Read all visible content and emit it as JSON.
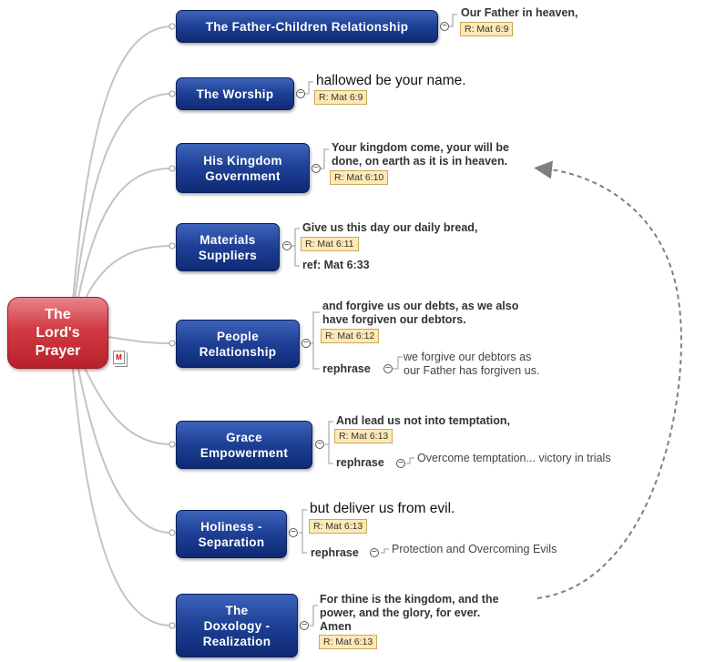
{
  "root": {
    "label": "The\nLord's\nPrayer"
  },
  "topics": [
    {
      "label": "The Father-Children Relationship",
      "text": "Our Father in heaven,",
      "ref": "R: Mat 6:9"
    },
    {
      "label": "The Worship",
      "text": "hallowed be your name.",
      "ref": "R: Mat 6:9"
    },
    {
      "label": "His Kingdom\nGovernment",
      "text": "Your kingdom come, your will be\ndone, on earth as it is in heaven.",
      "ref": "R: Mat 6:10"
    },
    {
      "label": "Materials\nSuppliers",
      "text": "Give us this day our daily bread,",
      "ref": "R: Mat 6:11",
      "extra": "ref: Mat 6:33"
    },
    {
      "label": "People\nRelationship",
      "text": "and forgive us our debts, as we also\nhave forgiven our debtors.",
      "ref": "R: Mat 6:12",
      "rephrase_label": "rephrase",
      "rephrase_text": "we forgive our debtors as\nour Father has forgiven us."
    },
    {
      "label": "Grace\nEmpowerment",
      "text": "And lead us not into temptation,",
      "ref": "R: Mat 6:13",
      "rephrase_label": "rephrase",
      "rephrase_text": "Overcome temptation... victory in trials"
    },
    {
      "label": "Holiness -\nSeparation",
      "text": "but deliver us from evil.",
      "ref": "R: Mat 6:13",
      "rephrase_label": "rephrase",
      "rephrase_text": "Protection and Overcoming Evils"
    },
    {
      "label": "The\nDoxology -\nRealization",
      "text": "For thine is the kingdom, and the\npower, and the glory, for ever.\nAmen",
      "ref": "R: Mat 6:13"
    }
  ],
  "colors": {
    "root": "#c8242f",
    "topic": "#1a3a8f",
    "ref_bg": "#fde9b6",
    "connector": "#c0c0c0",
    "relationship": "#7f7f7f"
  }
}
